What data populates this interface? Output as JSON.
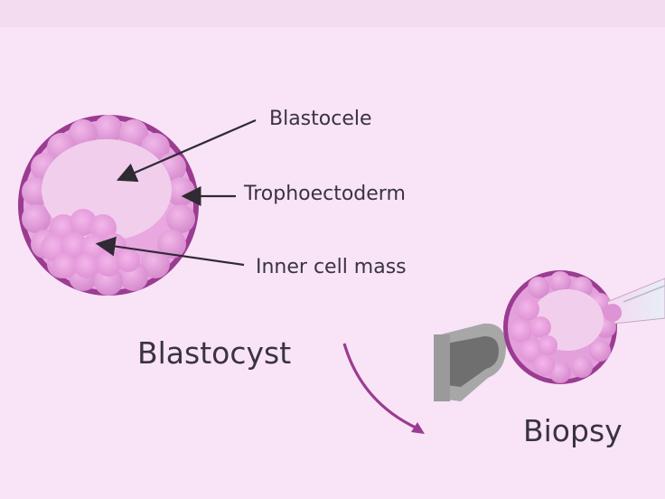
{
  "labels": {
    "blastocele": "Blastocele",
    "trophoectoderm": "Trophoectoderm",
    "inner_cell_mass": "Inner cell mass",
    "blastocyst": "Blastocyst",
    "biopsy": "Biopsy"
  },
  "colors": {
    "background": "#f8e4f6",
    "membrane": "#9b3b92",
    "trophoectoderm_cells": "#d98fd0",
    "blastocele_fluid": "#f1cfec",
    "inner_cell_mass": "#e59ad8",
    "arrow": "#9b3b92",
    "pipette_gray": "#a7a7a7",
    "pipette_dark": "#6f6f6f",
    "text": "#3a3340"
  }
}
